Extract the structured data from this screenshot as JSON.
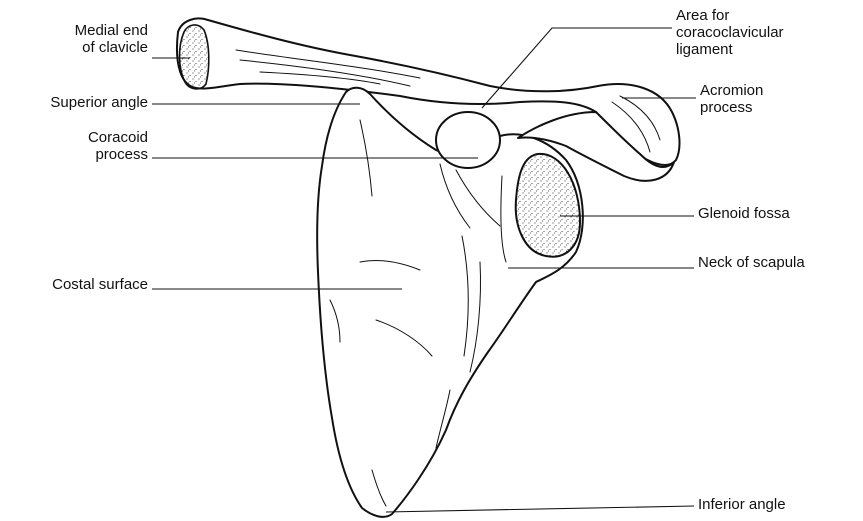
{
  "diagram": {
    "labels": {
      "medial_end_line1": "Medial end",
      "medial_end_line2": "of clavicle",
      "superior_angle": "Superior angle",
      "coracoid_line1": "Coracoid",
      "coracoid_line2": "process",
      "costal_surface": "Costal surface",
      "area_line1": "Area for",
      "area_line2": "coracoclavicular",
      "area_line3": "ligament",
      "acromion_line1": "Acromion",
      "acromion_line2": "process",
      "glenoid_fossa": "Glenoid fossa",
      "neck_of_scapula": "Neck of scapula",
      "inferior_angle": "Inferior angle"
    },
    "colors": {
      "ink": "#111111",
      "paper": "#ffffff"
    }
  }
}
